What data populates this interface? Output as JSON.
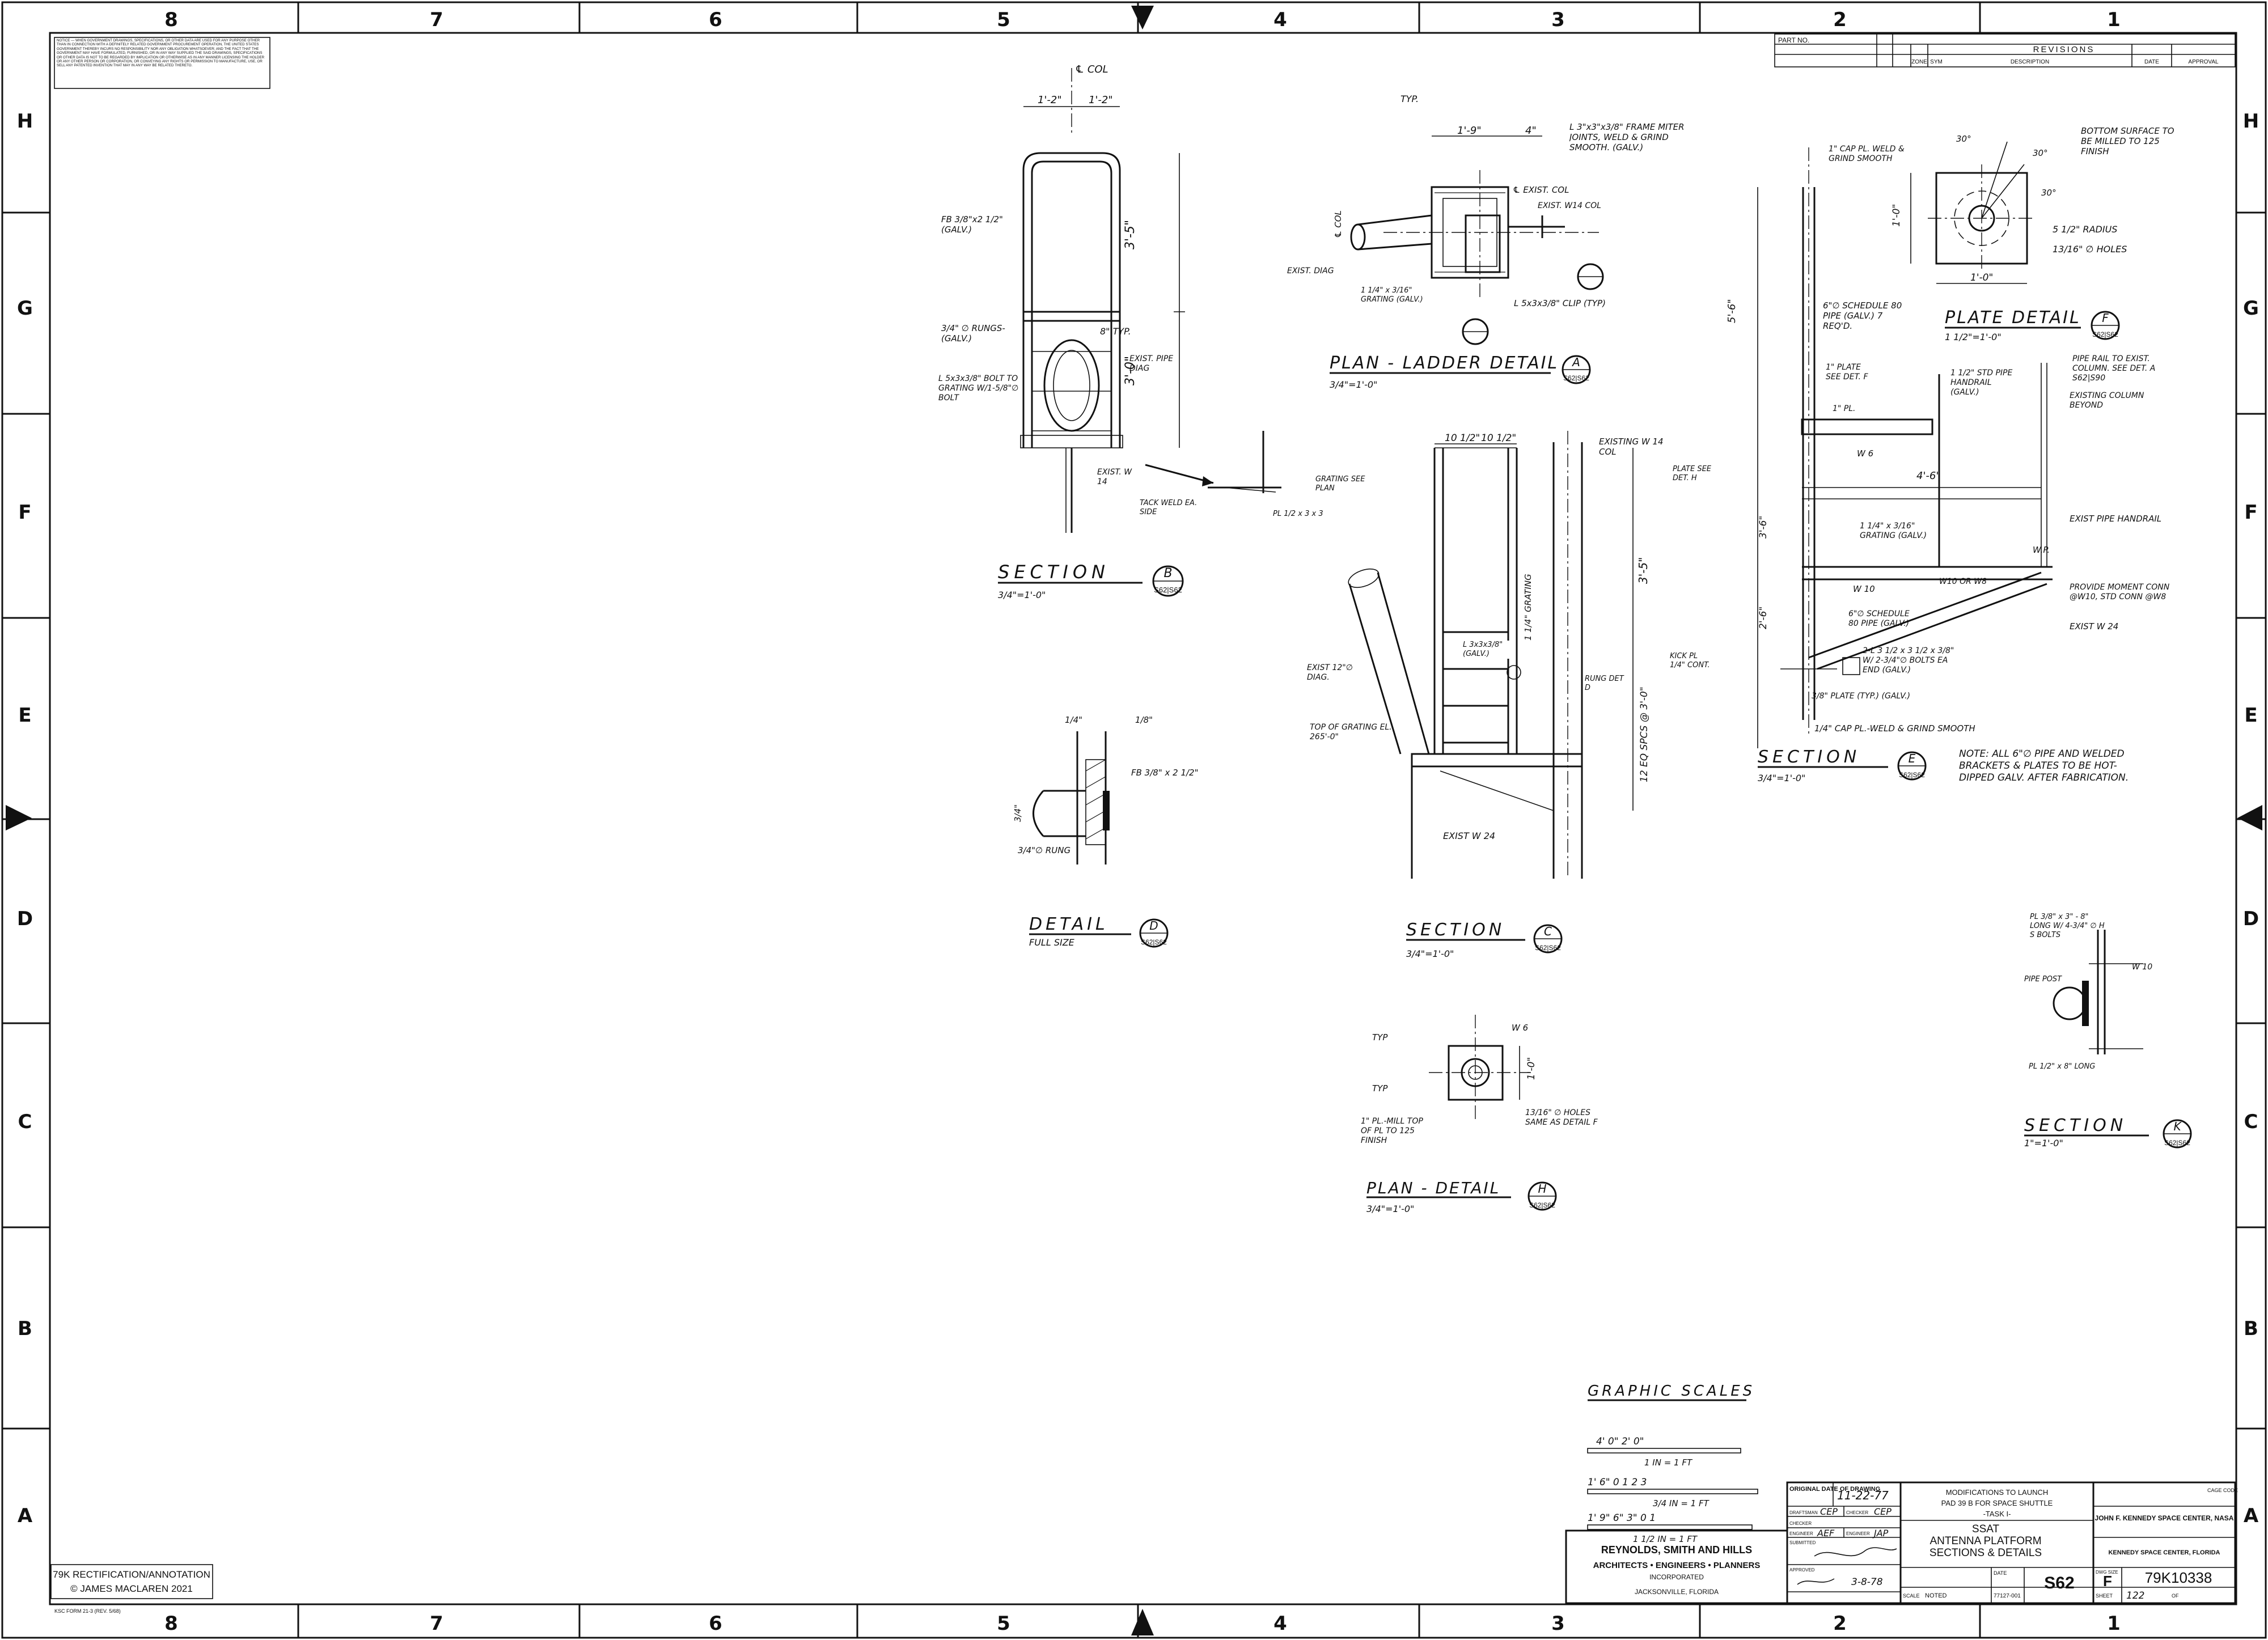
{
  "zones": {
    "columns": [
      "8",
      "7",
      "6",
      "5",
      "4",
      "3",
      "2",
      "1"
    ],
    "rows": [
      "H",
      "G",
      "F",
      "E",
      "D",
      "C",
      "B",
      "A"
    ]
  },
  "notice_text": "NOTICE — WHEN GOVERNMENT DRAWINGS, SPECIFICATIONS, OR OTHER DATA ARE USED FOR ANY PURPOSE OTHER THAN IN CONNECTION WITH A DEFINITELY RELATED GOVERNMENT PROCUREMENT OPERATION, THE UNITED STATES GOVERNMENT THEREBY INCURS NO RESPONSIBILITY NOR ANY OBLIGATION WHATSOEVER; AND THE FACT THAT THE GOVERNMENT MAY HAVE FORMULATED, FURNISHED, OR IN ANY WAY SUPPLIED THE SAID DRAWINGS, SPECIFICATIONS OR OTHER DATA IS NOT TO BE REGARDED BY IMPLICATION OR OTHERWISE AS IN ANY MANNER LICENSING THE HOLDER OR ANY OTHER PERSON OR CORPORATION, OR CONVEYING ANY RIGHTS OR PERMISSION TO MANUFACTURE, USE, OR SELL ANY PATENTED INVENTION THAT MAY IN ANY WAY BE RELATED THERETO.",
  "revisions": {
    "part_no": "PART NO.",
    "title": "REVISIONS",
    "columns": [
      "ZONE",
      "SYM",
      "DESCRIPTION",
      "DATE",
      "APPROVAL"
    ]
  },
  "views": {
    "section_b": {
      "title": "SECTION",
      "letter": "B",
      "sheet_ref": "S62|S62",
      "scale": "3/4\"=1'-0\"",
      "labels": [
        "℄ COL",
        "1'-2\"",
        "1'-2\"",
        "3'-5\"",
        "3'-0\"",
        "8\" TYP.",
        "FB 3/8\"x2 1/2\" (GALV.)",
        "3/4\" ∅ RUNGS- (GALV.)",
        "L 5x3x3/8\" BOLT TO GRATING W/1-5/8\"∅ BOLT",
        "EXIST. PIPE DIAG",
        "EXIST. W 14",
        "TACK WELD EA. SIDE",
        "GRATING SEE PLAN",
        "PL 1/2 x 3 x 3"
      ]
    },
    "plan_ladder": {
      "title": "PLAN - LADDER DETAIL",
      "letter": "A",
      "sheet_ref": "S62|S62",
      "scale": "3/4\"=1'-0\"",
      "labels": [
        "TYP.",
        "L 3\"x3\"x3/8\" FRAME MITER JOINTS, WELD & GRIND SMOOTH. (GALV.)",
        "℄ EXIST. COL",
        "EXIST. W14 COL",
        "℄ COL",
        "EXIST. DIAG",
        "1 1/4\" x 3/16\" GRATING (GALV.)",
        "L 5x3x3/8\" CLIP (TYP)",
        "1'-9\"",
        "4\""
      ]
    },
    "plate_detail": {
      "title": "PLATE DETAIL",
      "letter": "F",
      "sheet_ref": "S62|S62",
      "scale": "1 1/2\"=1'-0\"",
      "labels": [
        "BOTTOM SURFACE TO BE MILLED TO 125 FINISH",
        "30°",
        "30°",
        "30°",
        "5 1/2\" RADIUS",
        "13/16\" ∅ HOLES",
        "1'-0\"",
        "1'-0\""
      ]
    },
    "section_e": {
      "title": "SECTION",
      "letter": "E",
      "sheet_ref": "S62|S62",
      "scale": "3/4\"=1'-0\"",
      "labels": [
        "1\" CAP PL. WELD & GRIND SMOOTH",
        "5'-6\"",
        "6\"∅ SCHEDULE 80 PIPE (GALV.) 7 REQ'D.",
        "1\" PLATE SEE DET. F",
        "1\" PL.",
        "PIPE RAIL TO EXIST. COLUMN. SEE DET. A S62|S90",
        "1 1/2\" STD PIPE HANDRAIL (GALV.)",
        "EXISTING COLUMN BEYOND",
        "4'-6\"",
        "W 6",
        "PLATE SEE DET. H",
        "1 1/4\" x 3/16\" GRATING (GALV.)",
        "EXIST PIPE HANDRAIL",
        "W.P.",
        "W 10",
        "W10 OR W8",
        "PROVIDE MOMENT CONN @W10, STD CONN @W8",
        "6\"∅ SCHEDULE 80 PIPE (GALV.)",
        "EXIST W 24",
        "2-L 3 1/2 x 3 1/2 x 3/8\" W/ 2-3/4\"∅ BOLTS EA END (GALV.)",
        "KICK PL 1/4\" CONT.",
        "3/8\" PLATE (TYP.) (GALV.)",
        "1/4\" CAP PL.-WELD & GRIND SMOOTH",
        "2'-6\"",
        "3'-6\""
      ]
    },
    "note": "NOTE: ALL 6\"∅ PIPE AND WELDED BRACKETS & PLATES TO BE HOT-DIPPED GALV. AFTER FABRICATION.",
    "section_c": {
      "title": "SECTION",
      "letter": "C",
      "sheet_ref": "S62|S62",
      "scale": "3/4\"=1'-0\"",
      "labels": [
        "10 1/2\"",
        "10 1/2\"",
        "EXISTING W 14 COL",
        "1 1/4\" GRATING",
        "3'-5\"",
        "L 3x3x3/8\" (GALV.)",
        "RUNG DET D",
        "EXIST 12\"∅ DIAG.",
        "TOP OF GRATING EL. 265'-0\"",
        "12 EQ SPCS @ 3'-0\"",
        "EXIST W 24"
      ]
    },
    "detail_d": {
      "title": "DETAIL",
      "letter": "D",
      "subtitle": "FULL SIZE",
      "sheet_ref": "S62|S62",
      "labels": [
        "1/4\"",
        "1/8\"",
        "FB 3/8\" x 2 1/2\"",
        "3/4\"",
        "3/4\"∅ RUNG"
      ]
    },
    "plan_detail_h": {
      "title": "PLAN - DETAIL",
      "letter": "H",
      "sheet_ref": "S62|S62",
      "scale": "3/4\"=1'-0\"",
      "labels": [
        "TYP",
        "W 6",
        "TYP",
        "1'-0\"",
        "1\" PL.-MILL TOP OF PL TO 125 FINISH",
        "13/16\" ∅ HOLES SAME AS DETAIL F"
      ]
    },
    "section_k": {
      "title": "SECTION",
      "letter": "K",
      "sheet_ref": "S62|S62",
      "scale": "1\"=1'-0\"",
      "labels": [
        "PL 3/8\" x 3\" - 8\" LONG W/ 4-3/4\" ∅ H S BOLTS",
        "W 10",
        "PIPE POST",
        "PL 1/2\" x 8\" LONG"
      ]
    }
  },
  "graphic_scales": {
    "title": "GRAPHIC SCALES",
    "rows": [
      {
        "ticks": "4' 0\" 2' 0\"",
        "label": "1 IN = 1 FT"
      },
      {
        "ticks": "1' 6\" 0  1  2  3",
        "label": "3/4 IN = 1 FT"
      },
      {
        "ticks": "1' 9\" 6\" 3\" 0  1",
        "label": "1 1/2 IN = 1 FT"
      }
    ]
  },
  "title_block": {
    "firm_name": "REYNOLDS, SMITH AND HILLS",
    "firm_line2": "ARCHITECTS • ENGINEERS • PLANNERS",
    "firm_line3": "INCORPORATED",
    "firm_city": "JACKSONVILLE, FLORIDA",
    "original_date_label": "ORIGINAL DATE OF DRAWING",
    "original_date": "11-22-77",
    "draftsman_label": "DRAFTSMAN",
    "draftsman": "CEP",
    "checker_label": "CHECKER",
    "checker": "CEP",
    "engineer_label": "ENGINEER",
    "engineer": "AEF",
    "engineer2": "JAP",
    "submitted_label": "SUBMITTED",
    "approved_label": "APPROVED",
    "approved_date": "3-8-78",
    "project_line1": "MODIFICATIONS TO LAUNCH",
    "project_line2": "PAD 39 B FOR SPACE SHUTTLE",
    "project_line3": "-TASK I-",
    "sheet_title1": "SSAT",
    "sheet_title2": "ANTENNA PLATFORM",
    "sheet_title3": "SECTIONS & DETAILS",
    "scale_label": "SCALE",
    "scale_value": "NOTED",
    "job_no": "77127-001",
    "date_label": "DATE",
    "sheet_no": "S62",
    "agency1": "JOHN F. KENNEDY SPACE CENTER, NASA",
    "agency2": "KENNEDY SPACE CENTER, FLORIDA",
    "cage_label": "CAGE CODE",
    "size_label": "DWG SIZE",
    "size": "F",
    "drawing_no": "79K10338",
    "sheet_label": "SHEET",
    "sheet_of": "122",
    "of_label": "OF"
  },
  "annotation_stamp": {
    "line1": "79K RECTIFICATION/ANNOTATION",
    "line2": "© JAMES MACLAREN 2021"
  },
  "form_no": "KSC FORM 21-3 (REV. 5/68)"
}
